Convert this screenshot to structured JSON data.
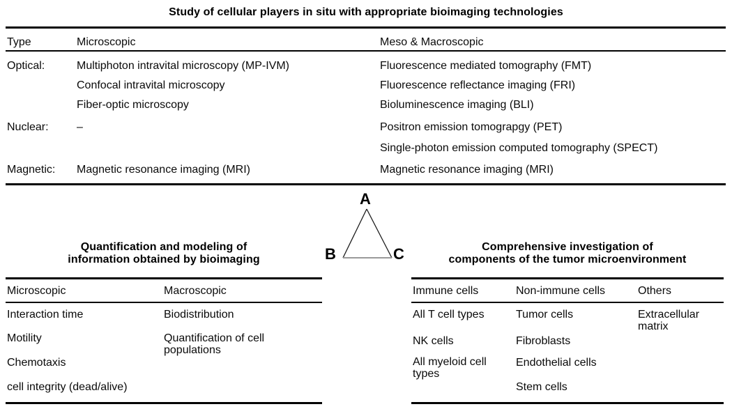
{
  "page": {
    "background": "#ffffff",
    "text_color": "#000000",
    "rule_color": "#000000"
  },
  "top_table": {
    "title": "Study of cellular players in situ with appropriate bioimaging technologies",
    "headers": {
      "type": "Type",
      "micro": "Microscopic",
      "macro": "Meso & Macroscopic"
    },
    "rows": [
      {
        "type": "Optical:",
        "micro": "Multiphoton intravital microscopy (MP-IVM)",
        "macro": "Fluorescence mediated tomography (FMT)"
      },
      {
        "type": "",
        "micro": "Confocal intravital microscopy",
        "macro": "Fluorescence reflectance imaging (FRI)"
      },
      {
        "type": "",
        "micro": "Fiber-optic microscopy",
        "macro": "Bioluminescence imaging (BLI)"
      },
      {
        "type": "Nuclear:",
        "micro": "–",
        "macro": "Positron emission tomograpgy (PET)"
      },
      {
        "type": "",
        "micro": "",
        "macro": "Single-photon emission computed tomography (SPECT)"
      },
      {
        "type": "Magnetic:",
        "micro": "Magnetic resonance imaging (MRI)",
        "macro": "Magnetic resonance imaging (MRI)"
      }
    ]
  },
  "triangle": {
    "label_a": "A",
    "label_b": "B",
    "label_c": "C"
  },
  "left_table": {
    "title_line1": "Quantification and modeling of",
    "title_line2": "information obtained by bioimaging",
    "headers": {
      "col1": "Microscopic",
      "col2": "Macroscopic"
    },
    "rows": [
      {
        "col1": "Interaction time",
        "col2": "Biodistribution"
      },
      {
        "col1": "Motility",
        "col2": "Quantification of cell populations"
      },
      {
        "col1": "Chemotaxis",
        "col2": ""
      },
      {
        "col1": "cell integrity (dead/alive)",
        "col2": ""
      }
    ]
  },
  "right_table": {
    "title_line1": "Comprehensive investigation of",
    "title_line2": "components of the tumor microenvironment",
    "headers": {
      "col1": "Immune cells",
      "col2": "Non-immune cells",
      "col3": "Others"
    },
    "rows": [
      {
        "col1": "All T cell types",
        "col2": "Tumor cells",
        "col3": "Extracellular matrix"
      },
      {
        "col1": "NK cells",
        "col2": "Fibroblasts",
        "col3": ""
      },
      {
        "col1": "All myeloid cell types",
        "col2": "Endothelial cells",
        "col3": ""
      },
      {
        "col1": "",
        "col2": "Stem cells",
        "col3": ""
      }
    ]
  }
}
